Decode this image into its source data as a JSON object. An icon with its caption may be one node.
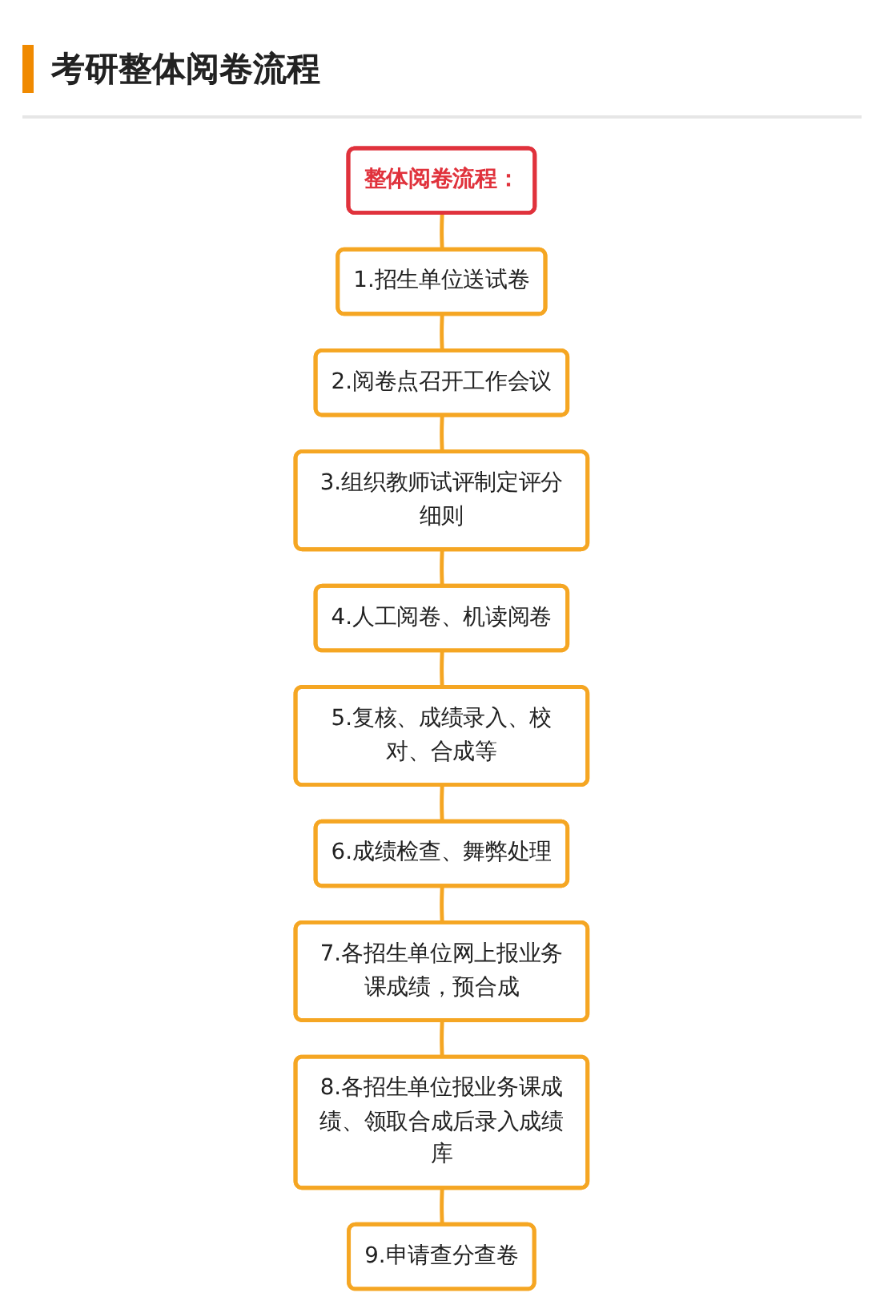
{
  "diagram": {
    "title": "考研整体阅卷流程",
    "nodes": [
      {
        "text": [
          "整体阅卷流程："
        ]
      },
      {
        "text": [
          "1.招生单位送试卷"
        ]
      },
      {
        "text": [
          "2.阅卷点召开工作会议"
        ]
      },
      {
        "text": [
          "3.组织教师试评制定评分细则"
        ]
      },
      {
        "text": [
          "4.人工阅卷、机读阅卷"
        ]
      },
      {
        "text": [
          "5.复核、成绩录入、校对、合成等"
        ]
      },
      {
        "text": [
          "6.成绩检查、舞弊处理"
        ]
      },
      {
        "text": [
          "7.各招生单位网上报业务课成绩，预合成"
        ]
      },
      {
        "text": [
          "8.各招生单位报业务课成绩、领取合成后录入成绩库"
        ]
      },
      {
        "text": [
          "9.申请查分查卷"
        ]
      }
    ],
    "edges": [
      {
        "from": 0,
        "to": 1,
        "arrow": "none"
      },
      {
        "from": 1,
        "to": 2,
        "arrow": "none"
      },
      {
        "from": 2,
        "to": 3,
        "arrow": "none"
      },
      {
        "from": 3,
        "to": 4,
        "arrow": "none"
      },
      {
        "from": 4,
        "to": 5,
        "arrow": "none"
      },
      {
        "from": 5,
        "to": 6,
        "arrow": "none"
      },
      {
        "from": 6,
        "to": 7,
        "arrow": "none"
      },
      {
        "from": 7,
        "to": 8,
        "arrow": "none"
      },
      {
        "from": 8,
        "to": 9,
        "arrow": "none"
      }
    ]
  }
}
